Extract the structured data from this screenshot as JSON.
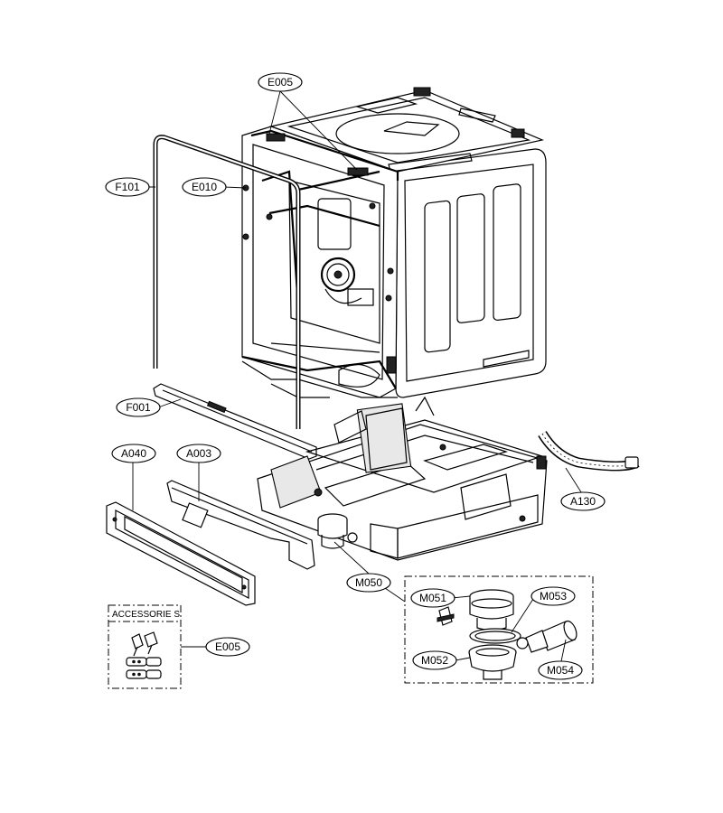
{
  "callouts": {
    "e005_top": "E005",
    "f101": "F101",
    "e010": "E010",
    "f001": "F001",
    "a040": "A040",
    "a003": "A003",
    "a130": "A130",
    "m050": "M050",
    "m051": "M051",
    "m053": "M053",
    "m052": "M052",
    "m054": "M054",
    "e005_acc": "E005"
  },
  "accessory_box": {
    "title": "ACCESSORIE S"
  }
}
